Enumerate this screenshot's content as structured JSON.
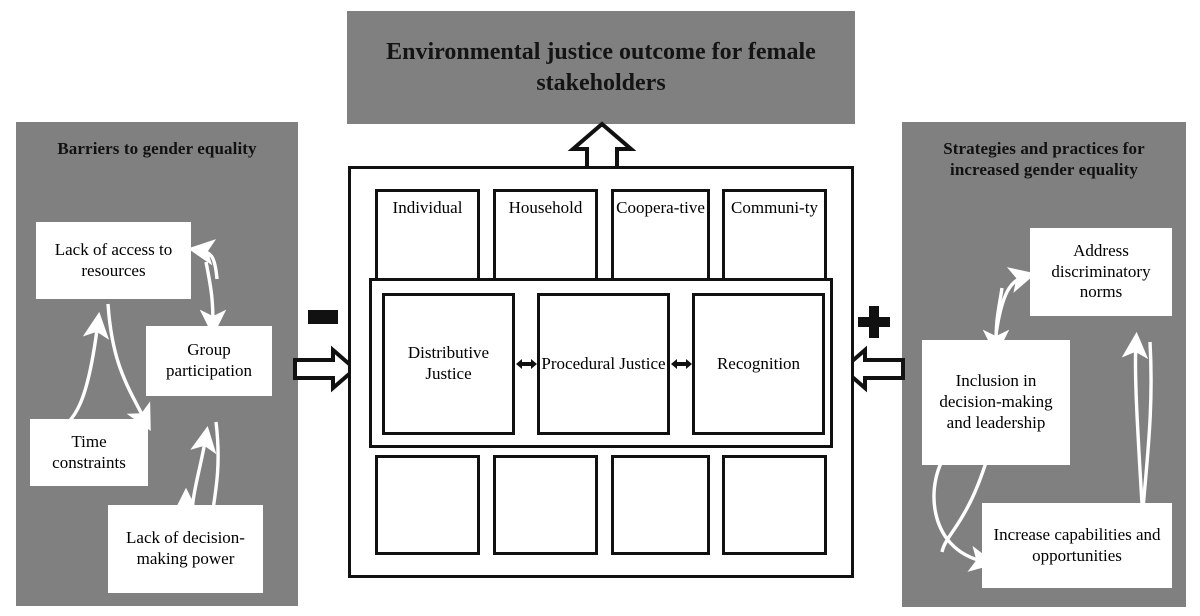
{
  "title": {
    "text": "Environmental justice outcome for female stakeholders",
    "background": "#808080"
  },
  "left_panel": {
    "heading": "Barriers to gender equality",
    "background": "#808080",
    "sign": "minus-sign",
    "boxes": [
      {
        "label": "Lack of access to resources"
      },
      {
        "label": "Group participation"
      },
      {
        "label": "Time constraints"
      },
      {
        "label": "Lack of decision- making power"
      }
    ]
  },
  "right_panel": {
    "heading": "Strategies and practices for increased gender equality",
    "background": "#808080",
    "sign": "plus-sign",
    "boxes": [
      {
        "label": "Address discriminatory norms"
      },
      {
        "label": "Inclusion in decision-making and leadership"
      },
      {
        "label": "Increase capabilities and opportunities"
      }
    ]
  },
  "center": {
    "scale_levels": [
      "Individual",
      "Household",
      "Coopera-tive",
      "Communi-ty"
    ],
    "justice_dimensions": [
      "Distributive Justice",
      "Procedural Justice",
      "Recognition"
    ],
    "bottom_row_boxes": [
      "",
      "",
      "",
      ""
    ],
    "outline_color": "#111111",
    "fill_color": "#ffffff"
  }
}
